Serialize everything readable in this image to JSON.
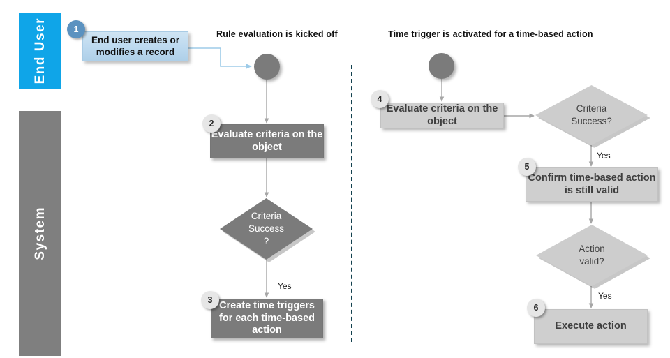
{
  "lanes": [
    {
      "id": "end-user",
      "label": "End User",
      "color": "#0fa5e8"
    },
    {
      "id": "system",
      "label": "System",
      "color": "#7f7f7f"
    }
  ],
  "headings": {
    "left": "Rule evaluation is kicked off",
    "right": "Time trigger is activated for a time-based action"
  },
  "left_flow": {
    "start_node": "start-circle",
    "box_1": {
      "number": "1",
      "text": "End user creates or modifies a record"
    },
    "box_2": {
      "number": "2",
      "text": "Evaluate criteria on the object"
    },
    "decision": {
      "line1": "Criteria",
      "line2": "Success",
      "line3": "?"
    },
    "decision_yes": "Yes",
    "box_3": {
      "number": "3",
      "text": "Create time triggers for each time-based action"
    }
  },
  "right_flow": {
    "start_node": "start-circle",
    "box_4": {
      "number": "4",
      "text": "Evaluate criteria on the object"
    },
    "decision_1": {
      "line1": "Criteria",
      "line2": "Success?"
    },
    "decision_1_yes": "Yes",
    "box_5": {
      "number": "5",
      "text": "Confirm time-based action is still valid"
    },
    "decision_2": {
      "line1": "Action",
      "line2": "valid?"
    },
    "decision_2_yes": "Yes",
    "box_6": {
      "number": "6",
      "text": "Execute action"
    }
  },
  "colors": {
    "lane_blue": "#0fa5e8",
    "lane_gray": "#7f7f7f",
    "process_dark": "#7b7b7b",
    "process_light": "#cfcfcf",
    "callout_blue": "#bcd9ef",
    "divider": "#13414f",
    "connector_blue": "#9dcbe8",
    "connector_gray": "#a6a6a6"
  }
}
